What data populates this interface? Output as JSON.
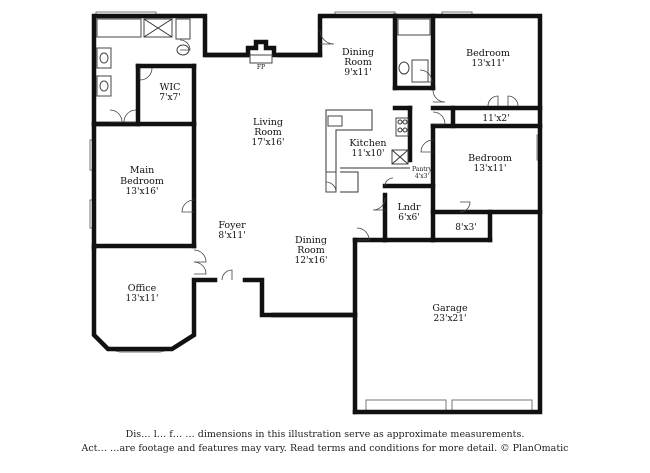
{
  "rooms": {
    "wic": {
      "name": "WIC",
      "size": "7'x7'"
    },
    "main_bedroom": {
      "name_line1": "Main",
      "name_line2": "Bedroom",
      "size": "13'x16'"
    },
    "office": {
      "name": "Office",
      "size": "13'x11'"
    },
    "living_room": {
      "name_line1": "Living",
      "name_line2": "Room",
      "size": "17'x16'"
    },
    "dining_room_top": {
      "name_line1": "Dining",
      "name_line2": "Room",
      "size": "9'x11'"
    },
    "bedroom_top": {
      "name": "Bedroom",
      "size": "13'x11'"
    },
    "hall_closet": {
      "size": "11'x2'"
    },
    "kitchen": {
      "name": "Kitchen",
      "size": "11'x10'"
    },
    "pantry": {
      "name": "Pantry",
      "size": "4'x3'"
    },
    "bedroom_mid": {
      "name": "Bedroom",
      "size": "13'x11'"
    },
    "laundry": {
      "name": "Lndr",
      "size": "6'x6'"
    },
    "closet_small": {
      "size": "8'x3'"
    },
    "foyer": {
      "name": "Foyer",
      "size": "8'x11'"
    },
    "dining_room_main": {
      "name_line1": "Dining",
      "name_line2": "Room",
      "size": "12'x16'"
    },
    "garage": {
      "name": "Garage",
      "size": "23'x21'"
    }
  },
  "fireplace_label": "FP",
  "disclaimer": {
    "line1": "Dis… l… f… … dimensions in this illustration serve as approximate measurements.",
    "line2": "Act… …are footage and features may vary. Read terms and conditions for more detail. © PlanOmatic"
  },
  "colors": {
    "wall": "#111111",
    "background": "#ffffff"
  }
}
